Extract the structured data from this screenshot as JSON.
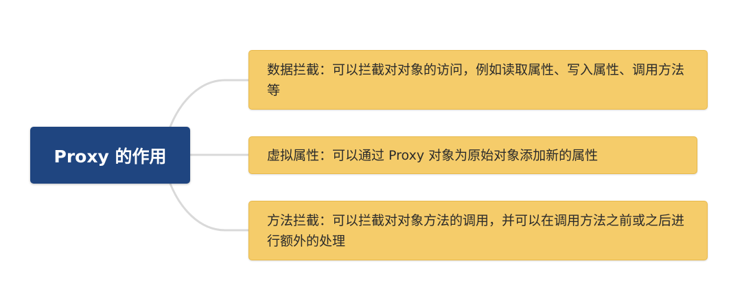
{
  "root": {
    "label": "Proxy 的作用"
  },
  "branches": [
    {
      "label": "数据拦截：可以拦截对对象的访问，例如读取属性、写入属性、调用方法等"
    },
    {
      "label": "虚拟属性：可以通过 Proxy 对象为原始对象添加新的属性"
    },
    {
      "label": "方法拦截：可以拦截对对象方法的调用，并可以在调用方法之前或之后进行额外的处理"
    }
  ],
  "colors": {
    "root_fill": "#1f4580",
    "branch_fill": "#f5cc6a",
    "connector": "#d9d9d9"
  }
}
